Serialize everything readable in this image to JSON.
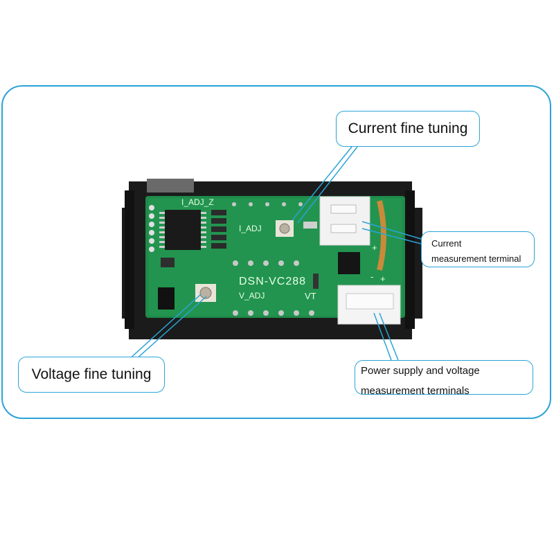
{
  "callouts": {
    "current_fine_tuning": "Current fine tuning",
    "voltage_fine_tuning": "Voltage fine tuning",
    "current_measurement_line1": "Current",
    "current_measurement_line2": "measurement terminal",
    "power_supply_line1": "Power supply and voltage",
    "power_supply_line2": "measurement terminals"
  },
  "board": {
    "model": "DSN-VC288",
    "i_adj_z": "I_ADJ_Z",
    "i_adj": "I_ADJ",
    "v_adj": "V_ADJ",
    "vt": "VT",
    "plus_top": "+",
    "minus": "-",
    "plus_bottom": "+"
  },
  "colors": {
    "frame": "#2aa3d6",
    "pcb": "#1f8a4a",
    "housing": "#1a1a1a"
  }
}
